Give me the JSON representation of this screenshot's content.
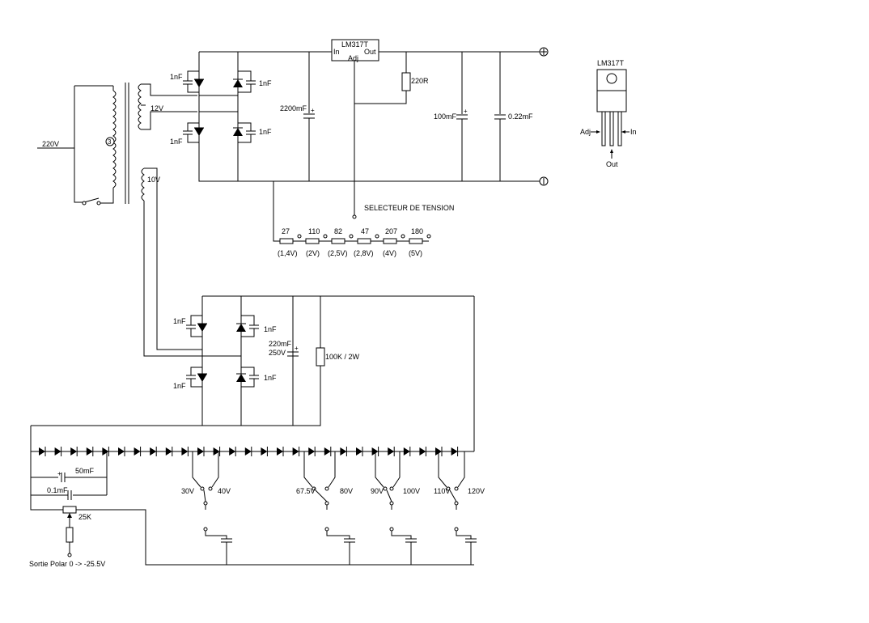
{
  "regulator": {
    "chip": "LM317T",
    "pin_in": "In",
    "pin_out": "Out",
    "pin_adj": "Adj",
    "resistor": "220R",
    "cap_in": "2200mF",
    "cap_out1": "100mF",
    "cap_out2": "0.22mF",
    "terminal_plus": "+",
    "terminal_minus": "-",
    "bridge_cap": "1nF"
  },
  "transformer": {
    "mains": "220V",
    "winding1": "12V",
    "winding2": "10V",
    "winding3": "3"
  },
  "selector": {
    "title": "SELECTEUR DE TENSION",
    "resistors": [
      "27",
      "110",
      "82",
      "47",
      "207",
      "180"
    ],
    "voltages": [
      "(1,4V)",
      "(2V)",
      "(2,5V)",
      "(2,8V)",
      "(4V)",
      "(5V)"
    ]
  },
  "pinout": {
    "title": "LM317T",
    "adj": "Adj",
    "in": "In",
    "out": "Out"
  },
  "hv_supply": {
    "cap": "220mF",
    "cap_voltage": "250V",
    "resistor": "100K / 2W",
    "bridge_cap": "1nF"
  },
  "divider": {
    "cap1": "50mF",
    "cap2": "0.1mF",
    "pot": "25K",
    "output": "Sortie Polar 0 -> -25.5V",
    "taps": [
      "30V",
      "40V",
      "67.5V",
      "80V",
      "90V",
      "100V",
      "110V",
      "120V"
    ]
  }
}
